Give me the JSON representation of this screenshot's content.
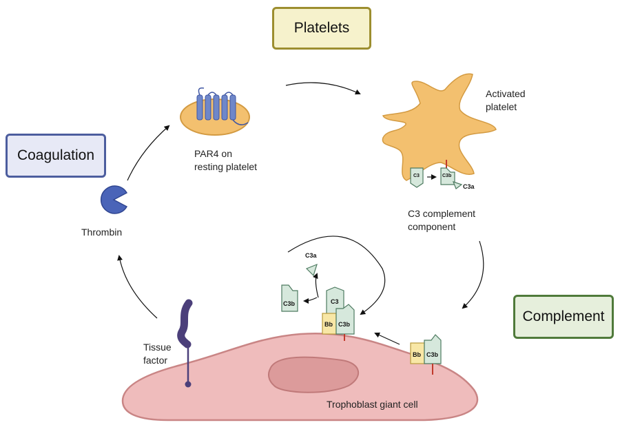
{
  "boxes": {
    "platelets": "Platelets",
    "coagulation": "Coagulation",
    "complement": "Complement"
  },
  "labels": {
    "par4": [
      "PAR4 on",
      "resting platelet"
    ],
    "activated": [
      "Activated",
      "platelet"
    ],
    "c3_component": [
      "C3 complement",
      "component"
    ],
    "thrombin": "Thrombin",
    "tissue_factor": [
      "Tissue",
      "factor"
    ],
    "trophoblast": "Trophoblast giant cell"
  },
  "tags": {
    "c3_small": "C3",
    "c3b_small": "C3b",
    "c3a_small": "C3a",
    "c3a_center": "C3a",
    "c3b_left": "C3b",
    "c3_center": "C3",
    "bb_center": "Bb",
    "c3b_center": "C3b",
    "bb_right": "Bb",
    "c3b_right": "C3b"
  },
  "colors": {
    "platelet": "#f3c06f",
    "receptor": "#6f87c9",
    "thrombin": "#4a64b8",
    "tissue_factor": "#4b3f7a",
    "cell": "#efbcbc",
    "nucleus": "#dc9b9b",
    "complement_green": "#d6e8dc",
    "bb_yellow": "#f8e7a6"
  }
}
